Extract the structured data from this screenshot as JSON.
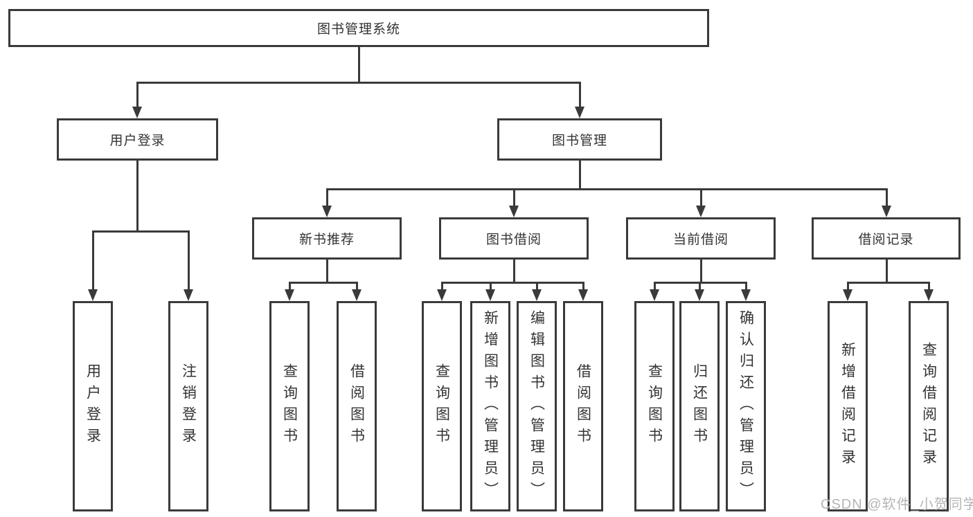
{
  "nodes": {
    "root": "图书管理系统",
    "user_login": "用户登录",
    "book_mgmt": "图书管理",
    "new_book_rec": "新书推荐",
    "book_borrow": "图书借阅",
    "current_borrow": "当前借阅",
    "borrow_record": "借阅记录",
    "leaf_user_login": "用户登录",
    "leaf_logout": "注销登录",
    "leaf_query_book_1": "查询图书",
    "leaf_borrow_book_1": "借阅图书",
    "leaf_query_book_2": "查询图书",
    "leaf_add_book": "新增图书（管理员）",
    "leaf_edit_book": "编辑图书（管理员）",
    "leaf_borrow_book_2": "借阅图书",
    "leaf_query_book_3": "查询图书",
    "leaf_return_book": "归还图书",
    "leaf_confirm_return": "确认归还（管理员）",
    "leaf_add_record": "新增借阅记录",
    "leaf_query_record": "查询借阅记录"
  },
  "watermark": {
    "text": "CSDN @软件_小贺同学"
  },
  "colors": {
    "line": "#3a3a3a",
    "text": "#333333",
    "box_fill": "#ffffff",
    "watermark": "#b5b5b5",
    "background": "#ffffff"
  }
}
